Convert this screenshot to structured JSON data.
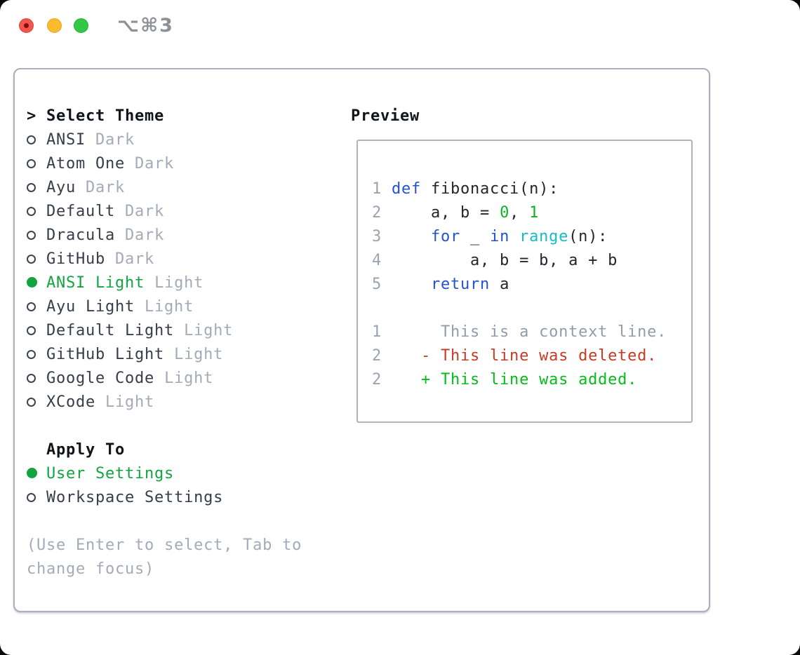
{
  "titlebar": {
    "shortcut": "⌥⌘3"
  },
  "colors": {
    "selected_green": "#12a441",
    "added_green": "#04bd1a",
    "deleted_red": "#c83b22",
    "keyword_blue": "#2153cf",
    "function_cyan": "#13bdc4",
    "number_green": "#0cb31f",
    "muted_gray": "#a3abb8",
    "line_number_gray": "#9aa3b0",
    "panel_border": "#a9b0bb",
    "traffic_red": "#f4554d",
    "traffic_yellow": "#fcbb2f",
    "traffic_green": "#33c748"
  },
  "sidebar": {
    "header_prefix": ">",
    "header": "Select Theme",
    "themes": [
      {
        "name": "ANSI",
        "variant": "Dark",
        "selected": false
      },
      {
        "name": "Atom One",
        "variant": "Dark",
        "selected": false
      },
      {
        "name": "Ayu",
        "variant": "Dark",
        "selected": false
      },
      {
        "name": "Default",
        "variant": "Dark",
        "selected": false
      },
      {
        "name": "Dracula",
        "variant": "Dark",
        "selected": false
      },
      {
        "name": "GitHub",
        "variant": "Dark",
        "selected": false
      },
      {
        "name": "ANSI Light",
        "variant": "Light",
        "selected": true
      },
      {
        "name": "Ayu Light",
        "variant": "Light",
        "selected": false
      },
      {
        "name": "Default Light",
        "variant": "Light",
        "selected": false
      },
      {
        "name": "GitHub Light",
        "variant": "Light",
        "selected": false
      },
      {
        "name": "Google Code",
        "variant": "Light",
        "selected": false
      },
      {
        "name": "XCode",
        "variant": "Light",
        "selected": false
      }
    ],
    "apply_to": {
      "header": "Apply To",
      "options": [
        {
          "label": "User Settings",
          "selected": true
        },
        {
          "label": "Workspace Settings",
          "selected": false
        }
      ]
    },
    "help": {
      "line1": "(Use Enter to select, Tab to",
      "line2": "change focus)"
    }
  },
  "preview": {
    "title": "Preview",
    "code_lines": [
      {
        "num": "1",
        "tokens": [
          {
            "t": "def",
            "c": "kw"
          },
          {
            "t": " fibonacci(n):",
            "c": "fg"
          }
        ]
      },
      {
        "num": "2",
        "tokens": [
          {
            "t": "    a, b = ",
            "c": "fg"
          },
          {
            "t": "0",
            "c": "num"
          },
          {
            "t": ", ",
            "c": "fg"
          },
          {
            "t": "1",
            "c": "num"
          }
        ]
      },
      {
        "num": "3",
        "tokens": [
          {
            "t": "    ",
            "c": "fg"
          },
          {
            "t": "for",
            "c": "kw"
          },
          {
            "t": " _ ",
            "c": "fg"
          },
          {
            "t": "in",
            "c": "kw"
          },
          {
            "t": " ",
            "c": "fg"
          },
          {
            "t": "range",
            "c": "fn"
          },
          {
            "t": "(n):",
            "c": "fg"
          }
        ]
      },
      {
        "num": "4",
        "tokens": [
          {
            "t": "        a, b = b, a + b",
            "c": "fg"
          }
        ]
      },
      {
        "num": "5",
        "tokens": [
          {
            "t": "    ",
            "c": "fg"
          },
          {
            "t": "return",
            "c": "kw"
          },
          {
            "t": " a",
            "c": "fg"
          }
        ]
      }
    ],
    "diff_lines": [
      {
        "num": "1",
        "kind": "context",
        "text": "     This is a context line."
      },
      {
        "num": "2",
        "kind": "deleted",
        "text": "   - This line was deleted."
      },
      {
        "num": "2",
        "kind": "added",
        "text": "   + This line was added."
      }
    ]
  }
}
